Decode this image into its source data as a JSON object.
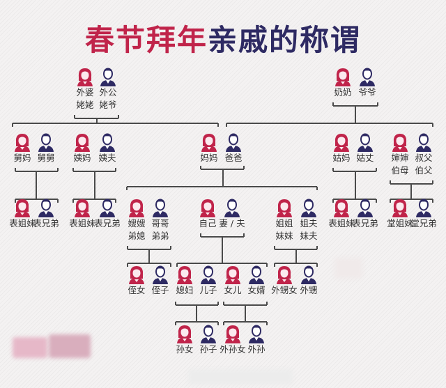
{
  "title": {
    "part1": "春节拜年",
    "part2": "亲戚的称谓"
  },
  "colors": {
    "female": "#c0244a",
    "male": "#2e2a63",
    "title_red": "#c0244a",
    "title_blue": "#2e2a63",
    "line": "#4a4a4a"
  },
  "people": [
    {
      "lines": [
        "外婆",
        "姥姥"
      ],
      "gender": "f"
    },
    {
      "lines": [
        "外公",
        "姥爷"
      ],
      "gender": "m"
    },
    {
      "lines": [
        "奶奶"
      ],
      "gender": "f"
    },
    {
      "lines": [
        "爷爷"
      ],
      "gender": "m"
    },
    {
      "lines": [
        "舅妈"
      ],
      "gender": "f"
    },
    {
      "lines": [
        "舅舅"
      ],
      "gender": "m"
    },
    {
      "lines": [
        "姨妈"
      ],
      "gender": "f"
    },
    {
      "lines": [
        "姨夫"
      ],
      "gender": "m"
    },
    {
      "lines": [
        "妈妈"
      ],
      "gender": "f"
    },
    {
      "lines": [
        "爸爸"
      ],
      "gender": "m"
    },
    {
      "lines": [
        "姑妈"
      ],
      "gender": "f"
    },
    {
      "lines": [
        "姑丈"
      ],
      "gender": "m"
    },
    {
      "lines": [
        "婶婶",
        "伯母"
      ],
      "gender": "f"
    },
    {
      "lines": [
        "叔父",
        "伯父"
      ],
      "gender": "m"
    },
    {
      "lines": [
        "表姐妹"
      ],
      "gender": "f"
    },
    {
      "lines": [
        "表兄弟"
      ],
      "gender": "m"
    },
    {
      "lines": [
        "表姐妹"
      ],
      "gender": "f"
    },
    {
      "lines": [
        "表兄弟"
      ],
      "gender": "m"
    },
    {
      "lines": [
        "嫂嫂",
        "弟媳"
      ],
      "gender": "f"
    },
    {
      "lines": [
        "哥哥",
        "弟弟"
      ],
      "gender": "m"
    },
    {
      "lines": [
        "自己"
      ],
      "gender": "f"
    },
    {
      "lines": [
        "妻 / 夫"
      ],
      "gender": "m"
    },
    {
      "lines": [
        "姐姐",
        "妹妹"
      ],
      "gender": "f"
    },
    {
      "lines": [
        "姐夫",
        "妹夫"
      ],
      "gender": "m"
    },
    {
      "lines": [
        "表姐妹"
      ],
      "gender": "f"
    },
    {
      "lines": [
        "表兄弟"
      ],
      "gender": "m"
    },
    {
      "lines": [
        "堂姐妹"
      ],
      "gender": "f"
    },
    {
      "lines": [
        "堂兄弟"
      ],
      "gender": "m"
    },
    {
      "lines": [
        "侄女"
      ],
      "gender": "f"
    },
    {
      "lines": [
        "侄子"
      ],
      "gender": "m"
    },
    {
      "lines": [
        "媳妇"
      ],
      "gender": "f"
    },
    {
      "lines": [
        "儿子"
      ],
      "gender": "m"
    },
    {
      "lines": [
        "女儿"
      ],
      "gender": "f"
    },
    {
      "lines": [
        "女婿"
      ],
      "gender": "m"
    },
    {
      "lines": [
        "外甥女"
      ],
      "gender": "f"
    },
    {
      "lines": [
        "外甥"
      ],
      "gender": "m"
    },
    {
      "lines": [
        "孙女"
      ],
      "gender": "f"
    },
    {
      "lines": [
        "孙子"
      ],
      "gender": "m"
    },
    {
      "lines": [
        "外孙女"
      ],
      "gender": "f"
    },
    {
      "lines": [
        "外孙"
      ],
      "gender": "m"
    }
  ]
}
